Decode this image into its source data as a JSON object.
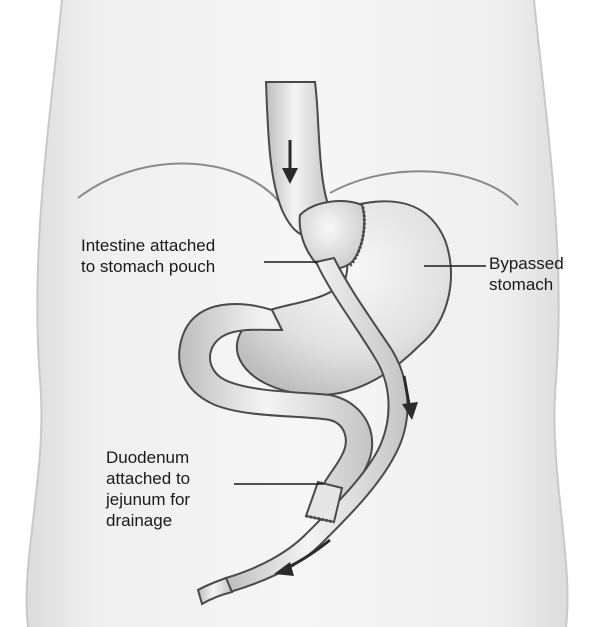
{
  "labels": {
    "intestine": {
      "line1": "Intestine attached",
      "line2": "to stomach pouch"
    },
    "bypassed": {
      "line1": "Bypassed",
      "line2": "stomach"
    },
    "duodenum": {
      "line1": "Duodenum",
      "line2": "attached to",
      "line3": "jejunum for",
      "line4": "drainage"
    }
  },
  "colors": {
    "outline": "#4a4a4a",
    "body_fill": "#ededed",
    "organ_fill": "#e3e3e3",
    "shadow": "#b8b8b8"
  }
}
